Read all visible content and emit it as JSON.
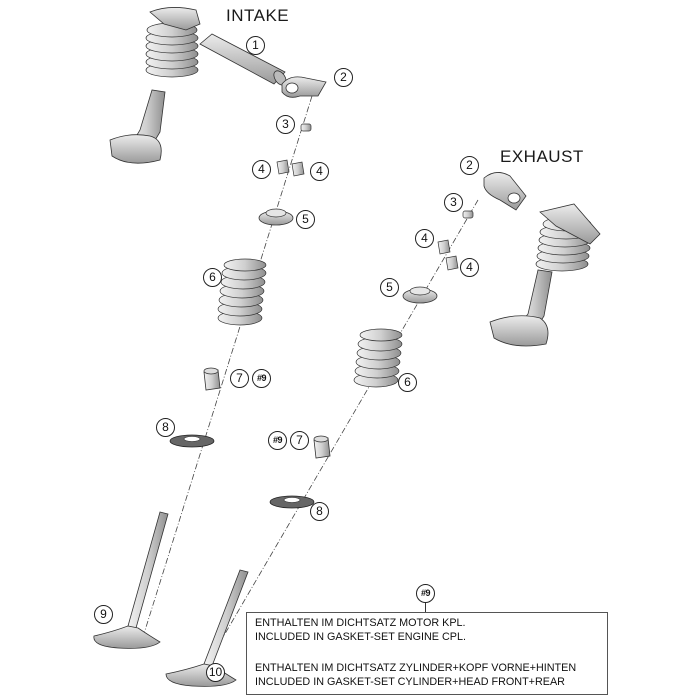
{
  "headers": {
    "intake": "INTAKE",
    "exhaust": "EXHAUST"
  },
  "callouts": {
    "n1": "1",
    "n2": "2",
    "n3": "3",
    "n4": "4",
    "n5": "5",
    "n6": "6",
    "n7": "7",
    "n8": "8",
    "n9": "9",
    "n10": "10",
    "ref9": "#9"
  },
  "legend": {
    "tag": "#9",
    "line1": "ENTHALTEN IM DICHTSATZ MOTOR KPL.",
    "line2": "INCLUDED IN GASKET-SET ENGINE CPL.",
    "line3": "ENTHALTEN IM DICHTSATZ ZYLINDER+KOPF VORNE+HINTEN",
    "line4": "INCLUDED IN GASKET-SET CYLINDER+HEAD FRONT+REAR"
  }
}
